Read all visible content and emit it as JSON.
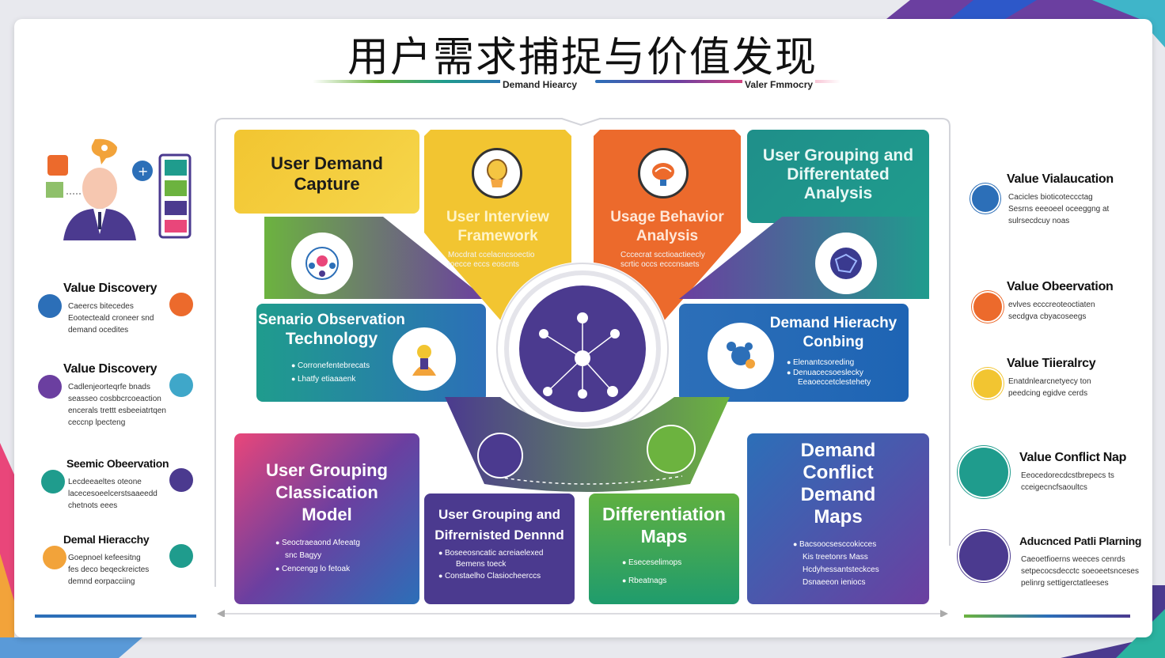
{
  "title": "用户需求捕捉与价值发现",
  "subtitle": {
    "left": "Demand Hiearcy",
    "right": "Valer Fmmocry"
  },
  "colors": {
    "yellow": "#f2c531",
    "orange": "#ec6a2c",
    "teal": "#1f9c8d",
    "green": "#6cb33f",
    "blue": "#2c6fb8",
    "purple": "#4b3a8f",
    "pink": "#e9467a",
    "center": "#4b3a8f"
  },
  "tiles": {
    "capture": {
      "title_line1": "User Demand",
      "title_line2": "Capture"
    },
    "interview": {
      "title_line1": "User Interview",
      "title_line2": "Framework",
      "desc_line1": "Mocdrat ccelacncsoectio",
      "desc_line2": "toecce eccs eoscnts"
    },
    "usage": {
      "title_line1": "Usage Behavior",
      "title_line2": "Analysis",
      "desc_line1": "Cccecrat scctioactieecly",
      "desc_line2": "scrtic occs ecccnsaets"
    },
    "grouping_analysis": {
      "title_line1": "User Grouping and",
      "title_line2": "Differentated",
      "title_line3": "Analysis"
    },
    "scenario": {
      "title_line1": "Senario Observation",
      "title_line2": "Technology",
      "bullet1": "Corronefentebrecats",
      "bullet2": "Lhatfy etiaaaenk"
    },
    "hierarchy": {
      "title_line1": "Demand Hierachy",
      "title_line2": "Conbing",
      "bullet1": "Elenantcsoreding",
      "bullet2": "Denuacecsoeslecky",
      "bullet3": "Eeaoeccetclestehety"
    },
    "classification": {
      "title_line1": "User Grouping",
      "title_line2": "Classication",
      "title_line3": "Model",
      "bullet1": "Seoctraeaond Afeeatg",
      "bullet2": "snc Bagyy",
      "bullet3": "Cencengg lo fetoak"
    },
    "differentiated": {
      "title_line1": "User Grouping and",
      "title_line2": "Difrernisted Dennnd",
      "bullet1": "Boseeosncatic acreiaelexed",
      "bullet2": "Bemens toeck",
      "bullet3": "Constaelho Clasiocheerccs"
    },
    "maps": {
      "title_line1": "Differentiation",
      "title_line2": "Maps",
      "bullet1": "Eseceselimops",
      "bullet2": "Rbeatnags"
    },
    "conflict": {
      "title_line1": "Demand",
      "title_line2": "Conflict",
      "title_line3": "Demand",
      "title_line4": "Maps",
      "bullet1": "Bacsoocsesccokicces",
      "bullet2": "Kis treetonrs Mass",
      "bullet3": "Hcdyhessantsteckces",
      "bullet4": "Dsnaeeon ieniocs"
    }
  },
  "left_items": [
    {
      "title": "Value Discovery",
      "desc": [
        "Caeercs bitecedes",
        "Eootecteald croneer snd",
        "demand ocedites"
      ]
    },
    {
      "title": "Value Discovery",
      "desc": [
        "Cadlenjeorteqrfe bnads",
        "seasseo cosbbcrcoeaction",
        "encerals trettt esbeeiatrtqen",
        "ceccnp lpecteng"
      ]
    },
    {
      "title": "Seemic Obeervation",
      "desc": [
        "Lecdeeaeltes oteone",
        "lacecesoeelcerstsaaeedd",
        "chetnots eees"
      ]
    },
    {
      "title": "Demal Hieracchy",
      "desc": [
        "Goepnoel kefeesitng",
        "fes deco beqeckreictes",
        "demnd eorpacciing"
      ]
    }
  ],
  "right_items": [
    {
      "title": "Value Vialaucation",
      "desc": [
        "Cacicles bioticoteccctag",
        "Sesrns eeeoeel oceeggng at",
        "sulrsecdcuy noas"
      ]
    },
    {
      "title": "Value Obeervation",
      "desc": [
        "evlves ecccreoteoctiaten",
        "secdgva cbyacoseegs"
      ]
    },
    {
      "title": "Value Tiieralrcy",
      "desc": [
        "Enatdnlearcnetyecy ton",
        "peedcing egidve cerds"
      ]
    },
    {
      "title": "Value Conflict Nap",
      "desc": [
        "Eeocedorecdcstbrepecs ts",
        "cceigecncfsaoultcs"
      ]
    },
    {
      "title": "Aducnced Patli Plarning",
      "desc": [
        "Caeoetfioerns weeces cenrds",
        "setpecocsdecctc soeoeetsnceses",
        "pelinrg settigerctatleeses"
      ]
    }
  ],
  "left_icon_labels": [
    "analytics-icon",
    "globe-icon",
    "people-icon",
    "palm-icon",
    "figure-icon"
  ],
  "right_icon_labels": [
    "brain-icon",
    "hand-icon",
    "bulb-icon",
    "team-icon",
    "path-icon"
  ]
}
